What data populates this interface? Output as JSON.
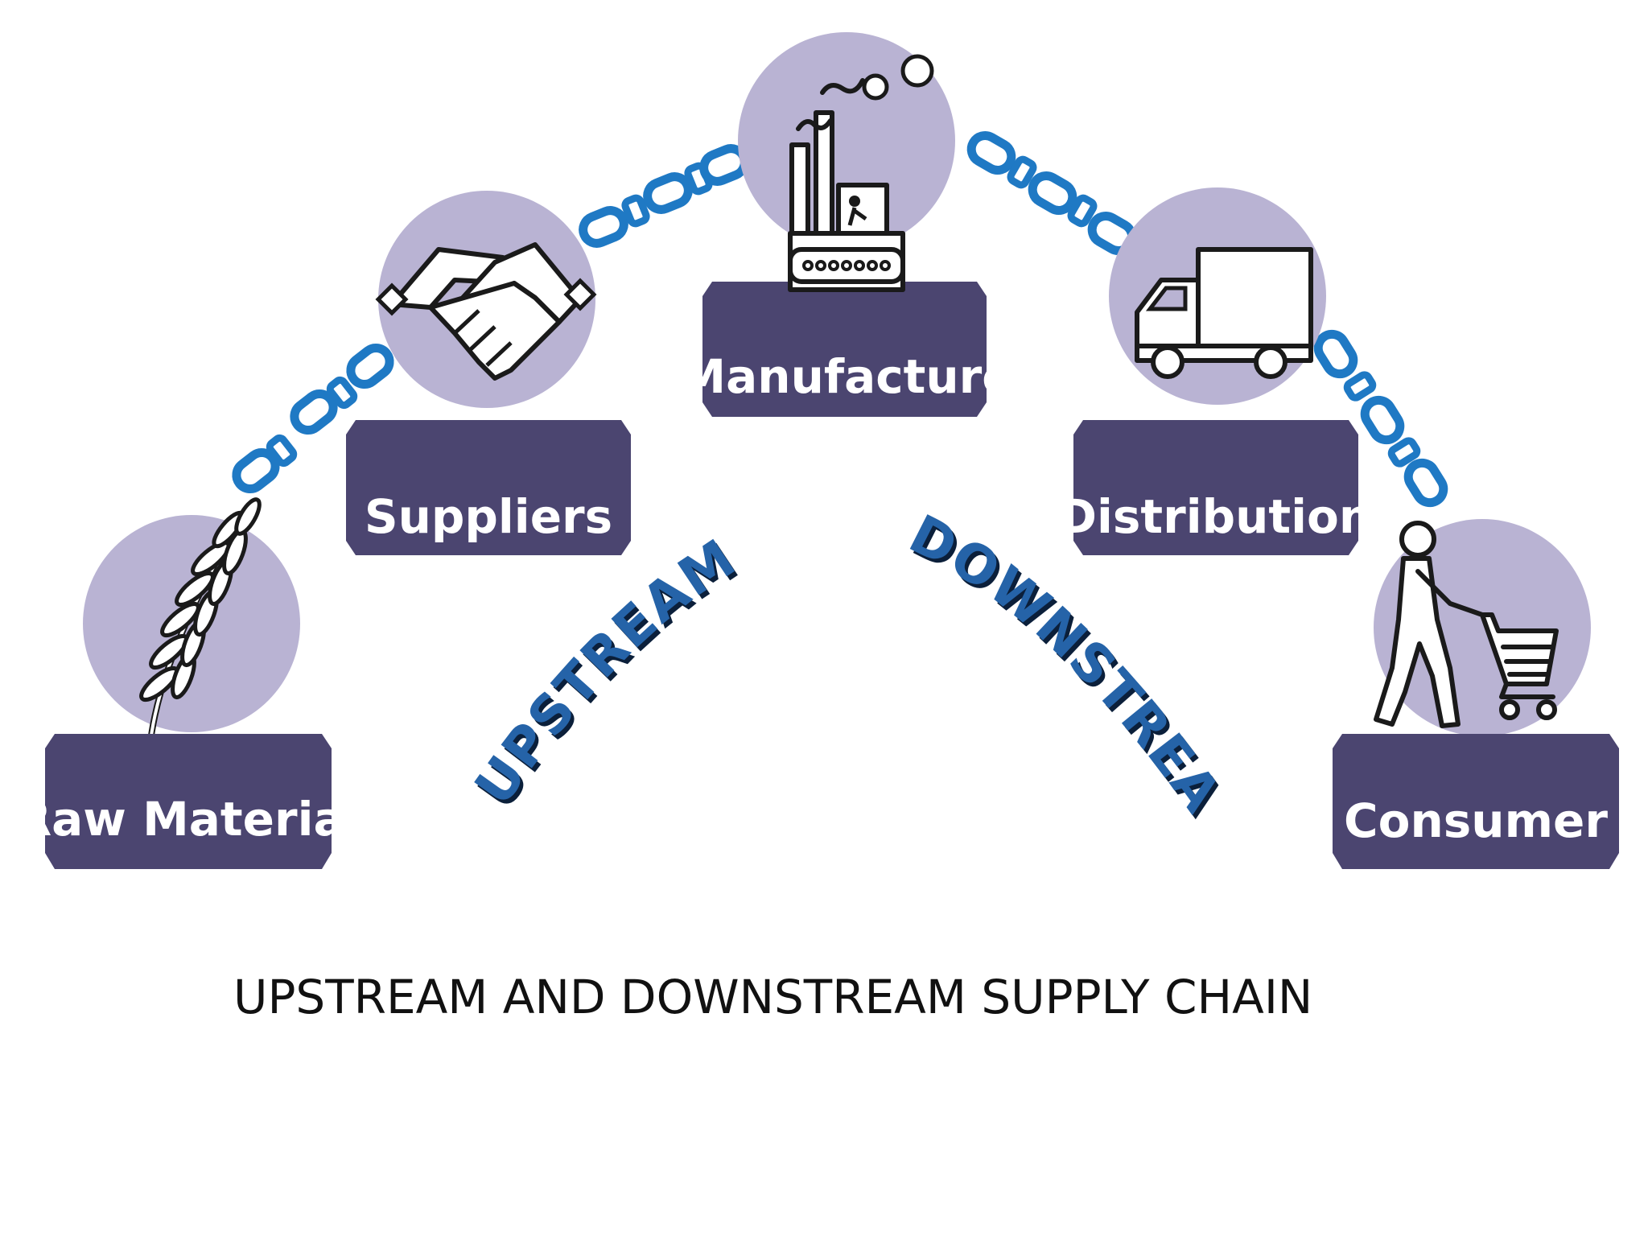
{
  "stages": [
    {
      "id": "raw-material",
      "label": "Raw Material",
      "icon": "wheat-icon"
    },
    {
      "id": "suppliers",
      "label": "Suppliers",
      "icon": "handshake-icon"
    },
    {
      "id": "manufacture",
      "label": "Manufacture",
      "icon": "factory-icon"
    },
    {
      "id": "distribution",
      "label": "Distribution",
      "icon": "truck-icon"
    },
    {
      "id": "consumer",
      "label": "Consumer",
      "icon": "shopping-cart-person-icon"
    }
  ],
  "arc_labels": {
    "upstream": "UPSTREAM",
    "downstream": "DOWNSTREAM"
  },
  "caption": "UPSTREAM AND DOWNSTREAM SUPPLY CHAIN",
  "colors": {
    "circle_fill": "#b9b3d3",
    "label_box": "#4b4570",
    "label_text": "#ffffff",
    "chain_link": "#1f79c4",
    "arc_text": "#2563a8",
    "arc_text_shadow": "#0b1f3a",
    "icon_fill": "#ffffff",
    "icon_stroke": "#1a1a1a"
  }
}
